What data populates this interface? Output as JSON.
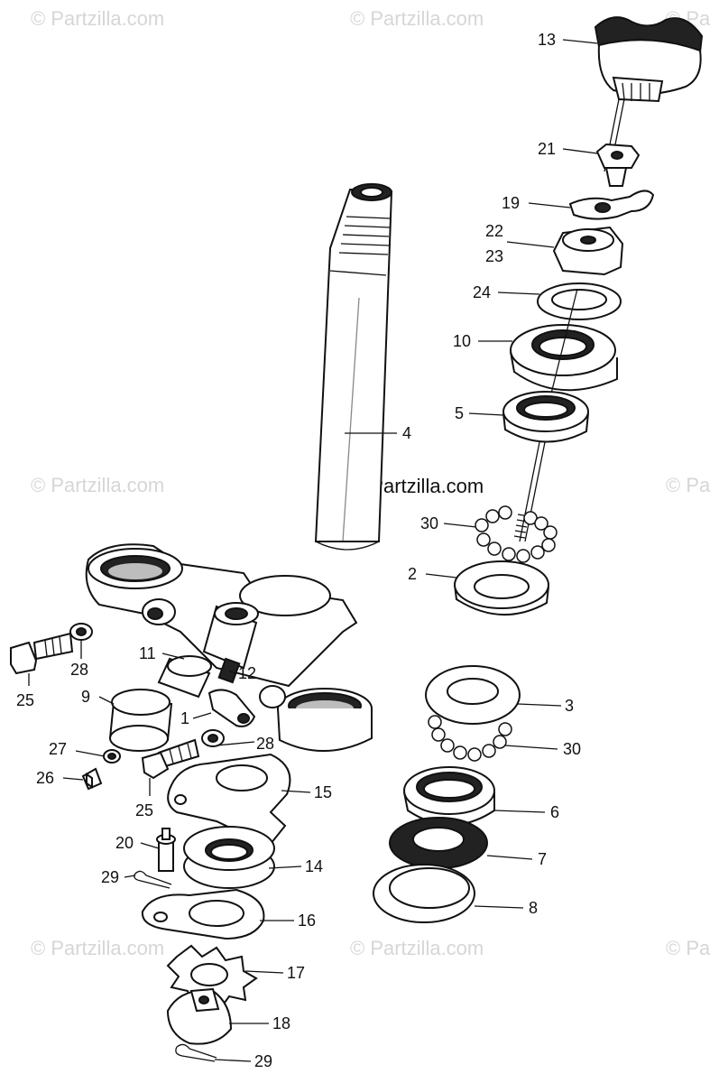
{
  "watermark": "© Partzilla.com",
  "watermark_partial": "© Pa",
  "copyright": "© Partzilla.com",
  "callouts": {
    "n1": "1",
    "n2": "2",
    "n3": "3",
    "n4": "4",
    "n5": "5",
    "n6": "6",
    "n7": "7",
    "n8": "8",
    "n9": "9",
    "n10": "10",
    "n11": "11",
    "n12": "12",
    "n13": "13",
    "n14": "14",
    "n15": "15",
    "n16": "16",
    "n17": "17",
    "n18": "18",
    "n19": "19",
    "n20": "20",
    "n21": "21",
    "n22": "22",
    "n23": "23",
    "n24": "24",
    "n25": "25",
    "n26": "26",
    "n27": "27",
    "n28": "28",
    "n29": "29",
    "n30": "30"
  }
}
